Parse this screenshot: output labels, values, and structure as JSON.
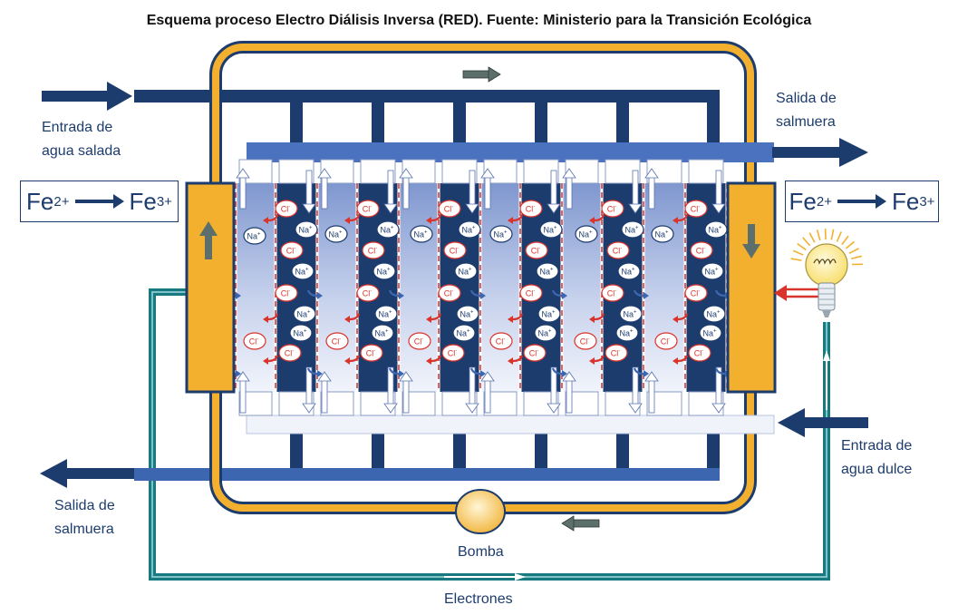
{
  "title": "Esquema proceso Electro Diálisis Inversa (RED). Fuente: Ministerio para la Transición Ecológica",
  "labels": {
    "entrada_salada": [
      "Entrada de",
      "agua salada"
    ],
    "salida_salmuera_top": [
      "Salida de",
      "salmuera"
    ],
    "entrada_dulce": [
      "Entrada de",
      "agua dulce"
    ],
    "salida_salmuera_bottom": [
      "Salida de",
      "salmuera"
    ],
    "bomba": "Bomba",
    "electrones": "Electrones"
  },
  "redox": {
    "left": {
      "from": "Fe",
      "from_sup": "2+",
      "to": "Fe",
      "to_sup": "3+"
    },
    "right": {
      "from": "Fe",
      "from_sup": "2+",
      "to": "Fe",
      "to_sup": "3+"
    }
  },
  "ions": {
    "na": "Na",
    "na_sup": "+",
    "cl": "Cl",
    "cl_sup": "-",
    "fe3": "Fe",
    "fe3_sup": "3+",
    "fe2": "Fe",
    "fe2_sup": "2+"
  },
  "colors": {
    "dark_blue": "#1d3c6e",
    "mid_blue": "#3d66b0",
    "light_blue_pipe": "#4a72be",
    "orange": "#f2b02e",
    "teal": "#187a80",
    "red": "#d9342b",
    "gray_arrow": "#5c6f6a"
  }
}
